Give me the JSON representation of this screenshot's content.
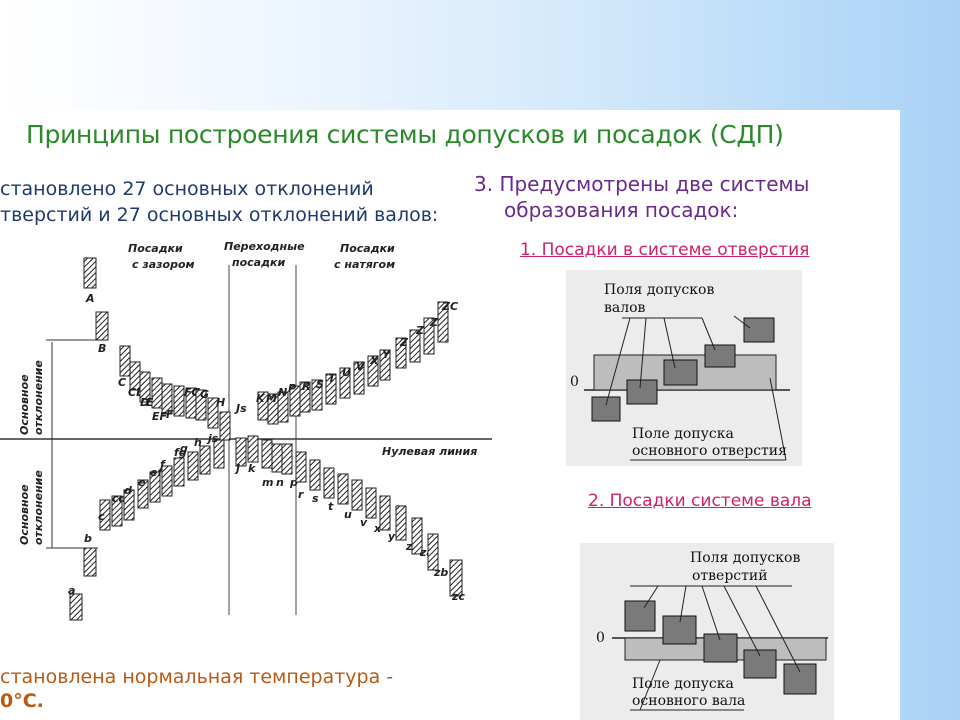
{
  "title": "Принципы построения системы допусков и посадок (СДП)",
  "point1": {
    "line1": "становлено 27 основных отклонений",
    "line2": "тверстий и 27 основных отклонений валов:"
  },
  "point3": {
    "line1": "3. Предусмотрены две системы",
    "line2": "образования посадок:"
  },
  "sub1": "1. Посадки в системе отверстия",
  "sub2": "2. Посадки  системе вала",
  "point2": {
    "line1": "становлена нормальная температура -",
    "line2": "0°С."
  },
  "deviation_diagram": {
    "group_clearance": [
      "Посадки",
      "с зазором"
    ],
    "group_transition": [
      "Переходные",
      "посадки"
    ],
    "group_interference": [
      "Посадки",
      "с натягом"
    ],
    "zero_line_label": "Нулевая линия",
    "axis_label": [
      "Основное",
      "отклонение"
    ],
    "hole_letters": [
      "A",
      "B",
      "C",
      "CD",
      "D",
      "E",
      "EF",
      "F",
      "FG",
      "G",
      "H",
      "Js",
      "K",
      "M",
      "N",
      "P",
      "R",
      "S",
      "T",
      "U",
      "V",
      "X",
      "Y",
      "Z",
      "ZA",
      "ZB",
      "ZC"
    ],
    "shaft_letters": [
      "a",
      "b",
      "c",
      "cd",
      "d",
      "e",
      "ef",
      "f",
      "fg",
      "g",
      "h",
      "js",
      "j",
      "k",
      "m",
      "n",
      "p",
      "r",
      "s",
      "t",
      "u",
      "v",
      "x",
      "y",
      "z",
      "za",
      "zb",
      "zc"
    ]
  },
  "hole_system": {
    "zero_label": "0",
    "shaft_fields_label": [
      "Поля допусков",
      "валов"
    ],
    "hole_field_label": [
      "Поле допуска",
      "основного отверстия"
    ]
  },
  "shaft_system": {
    "zero_label": "0",
    "hole_fields_label": [
      "Поля допусков",
      "отверстий"
    ],
    "shaft_field_label": [
      "Поле допуска",
      "основного вала"
    ]
  },
  "colors": {
    "title": "#2a8a2a",
    "point1": "#1f3a6e",
    "point3": "#6a2a8a",
    "subtitles": "#d0206a",
    "point2": "#b85a14"
  }
}
